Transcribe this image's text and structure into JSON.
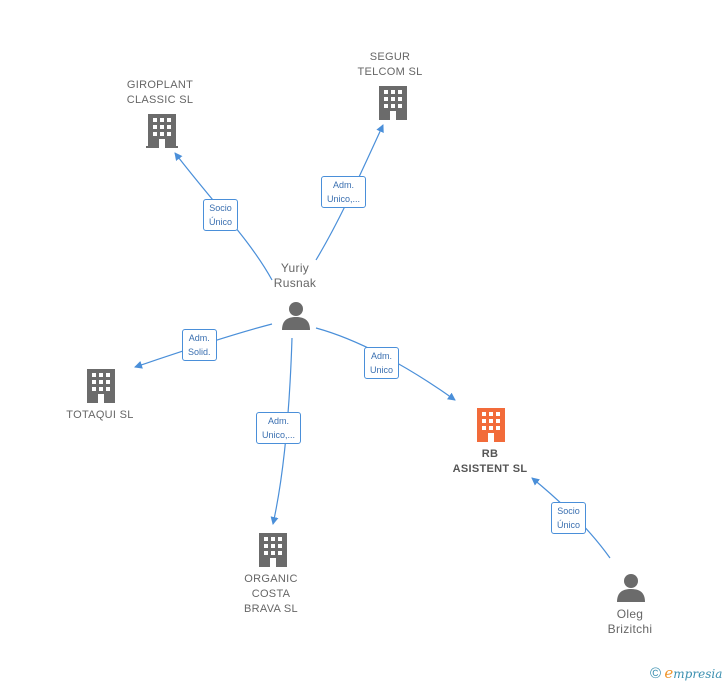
{
  "nodes": {
    "giroplant": {
      "lines": [
        "GIROPLANT",
        "CLASSIC  SL"
      ],
      "type": "company"
    },
    "segur": {
      "lines": [
        "SEGUR",
        "TELCOM  SL"
      ],
      "type": "company"
    },
    "yuriy": {
      "lines": [
        "Yuriy",
        "Rusnak"
      ],
      "type": "person"
    },
    "totaqui": {
      "lines": [
        "TOTAQUI  SL"
      ],
      "type": "company"
    },
    "rb": {
      "lines": [
        "RB",
        "ASISTENT  SL"
      ],
      "type": "company-focus"
    },
    "organic": {
      "lines": [
        "ORGANIC",
        "COSTA",
        "BRAVA  SL"
      ],
      "type": "company"
    },
    "oleg": {
      "lines": [
        "Oleg",
        "Brizitchi"
      ],
      "type": "person"
    }
  },
  "edges": {
    "yuriy_giroplant": {
      "lines": [
        "Socio",
        "Único"
      ]
    },
    "yuriy_segur": {
      "lines": [
        "Adm.",
        "Unico,..."
      ]
    },
    "yuriy_totaqui": {
      "lines": [
        "Adm.",
        "Solid."
      ]
    },
    "yuriy_rb": {
      "lines": [
        "Adm.",
        "Unico"
      ]
    },
    "yuriy_organic": {
      "lines": [
        "Adm.",
        "Unico,..."
      ]
    },
    "oleg_rb": {
      "lines": [
        "Socio",
        "Único"
      ]
    }
  },
  "colors": {
    "edge": "#4a8fd9",
    "company_icon": "#6b6b6b",
    "focus_icon": "#f26b3a",
    "person_icon": "#6b6b6b"
  },
  "footer": {
    "symbol": "©",
    "brand_first": "e",
    "brand_rest": "mpresia"
  }
}
